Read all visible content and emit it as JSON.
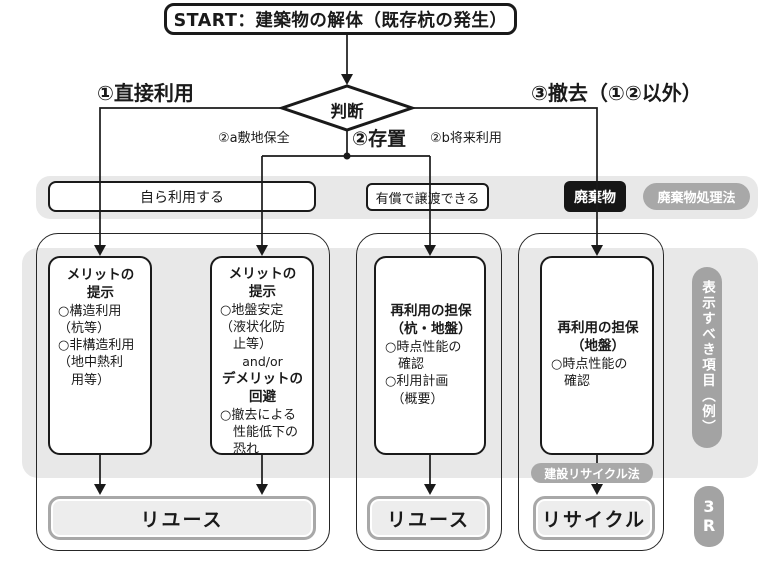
{
  "title": "START：建築物の解体（既存杭の発生）",
  "decision": "判断",
  "branch_labels": {
    "direct_use": "①直接利用",
    "removal": "③撤去（①②以外）",
    "preservation": "②存置",
    "site_preservation": "②a敷地保全",
    "future_use": "②b将来利用"
  },
  "band": {
    "self_use": "自ら利用する",
    "paid_transfer": "有償で譲渡できる",
    "waste": "廃棄物",
    "waste_law": "廃棄物処理法"
  },
  "columns": {
    "col1": {
      "heading": "メリットの\n提示",
      "body": "○構造利用\n（杭等）\n○非構造利用\n（地中熱利\n　用等）",
      "result": "リユース"
    },
    "col2": {
      "heading": "メリットの\n提示",
      "body": "○地盤安定\n（液状化防\n　止等）",
      "connector": "and/or",
      "heading2": "デメリットの\n回避",
      "body2": "○撤去による\n　性能低下の\n　恐れ"
    },
    "col3": {
      "heading": "再利用の担保\n（杭・地盤）",
      "body": "○時点性能の\n　確認\n○利用計画\n　（概要）",
      "result": "リユース"
    },
    "col4": {
      "heading": "再利用の担保\n（地盤）",
      "body": "○時点性能の\n　確認",
      "result": "リサイクル",
      "law": "建設リサイクル法"
    }
  },
  "side": {
    "display_items": "表示すべき項目（例）",
    "three_r": "3\nR"
  },
  "colors": {
    "line": "#1a1a1a",
    "panel_gray": "#e8e8e8",
    "pill_gray": "#a8a8a8",
    "result_fill": "#ededed",
    "result_border": "#a8a8a8",
    "black_node": "#161616"
  }
}
